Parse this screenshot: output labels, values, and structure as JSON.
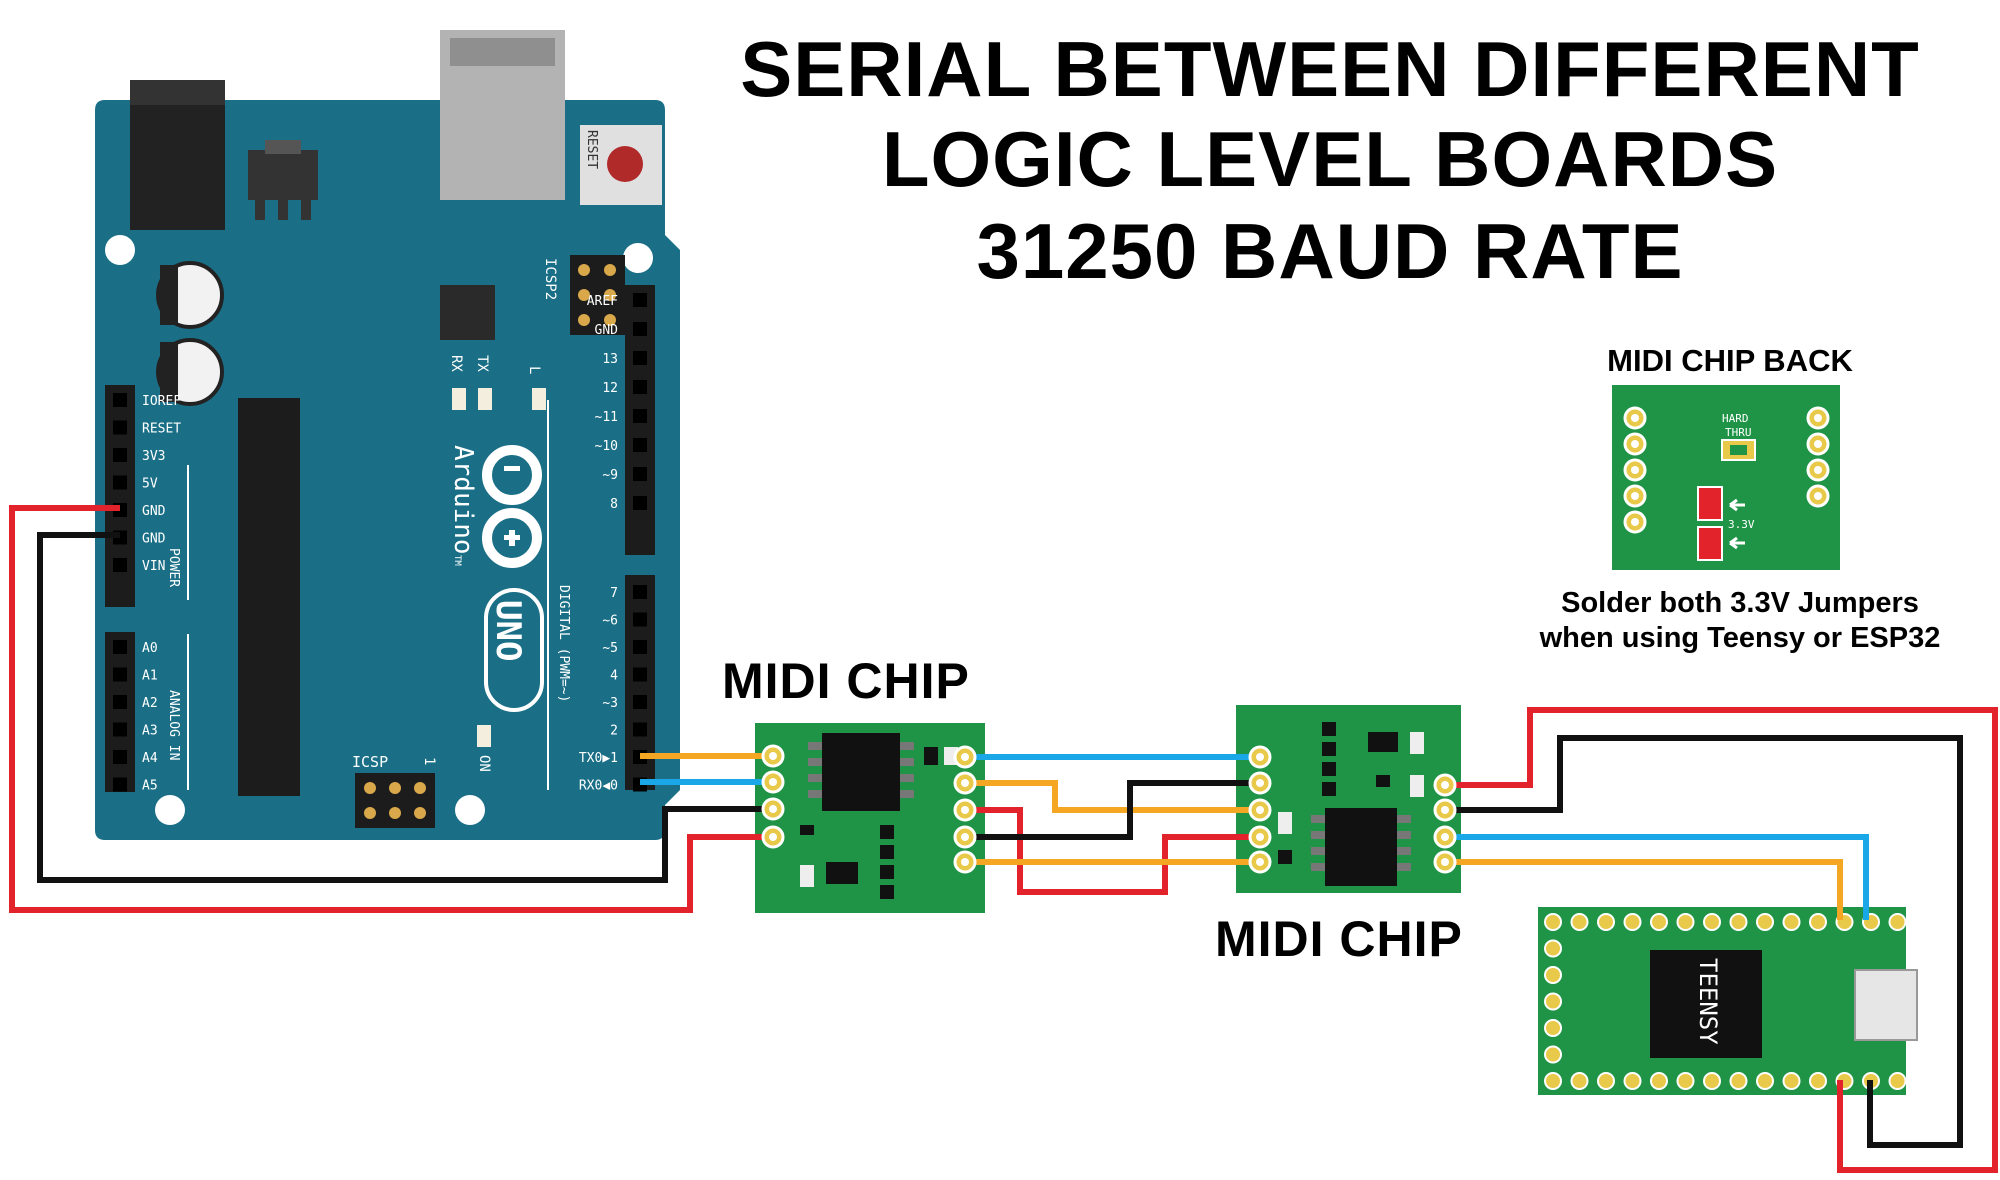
{
  "title": {
    "line1": "SERIAL BETWEEN DIFFERENT",
    "line2": "LOGIC LEVEL BOARDS",
    "line3": "31250 BAUD RATE"
  },
  "labels": {
    "midi_chip_1": "MIDI CHIP",
    "midi_chip_2": "MIDI CHIP",
    "midi_chip_back": "MIDI CHIP BACK",
    "note_line1": "Solder both 3.3V Jumpers",
    "note_line2": "when using Teensy or ESP32"
  },
  "arduino": {
    "reset": "RESET",
    "icsp2": "ICSP2",
    "icsp": "ICSP",
    "icsp_pin1": "1",
    "tx": "TX",
    "rx": "RX",
    "l": "L",
    "on": "ON",
    "brand": "Arduino",
    "tm": "TM",
    "model": "UNO",
    "power_header": "POWER",
    "analog_header": "ANALOG IN",
    "digital_header": "DIGITAL (PWM=~)",
    "power_pins": [
      "IOREF",
      "RESET",
      "3V3",
      "5V",
      "GND",
      "GND",
      "VIN"
    ],
    "analog_pins": [
      "A0",
      "A1",
      "A2",
      "A3",
      "A4",
      "A5"
    ],
    "digital_top": [
      "AREF",
      "GND",
      "13",
      "12",
      "~11",
      "~10",
      "~9",
      "8"
    ],
    "digital_bottom": [
      "7",
      "~6",
      "~5",
      "4",
      "~3",
      "2",
      "TX0▶1",
      "RX0◀0"
    ]
  },
  "midi_back": {
    "hard": "HARD",
    "thru": "THRU",
    "v33": "3.3V"
  },
  "teensy": {
    "label": "TEENSY"
  },
  "wire_colors": {
    "red": "#e3232b",
    "black": "#111111",
    "blue": "#1aa7e8",
    "orange": "#f5a623"
  },
  "board_colors": {
    "arduino": "#1a6f87",
    "pcb": "#1f9447",
    "header": "#1c1c1c",
    "pad": "#e8c94a"
  }
}
